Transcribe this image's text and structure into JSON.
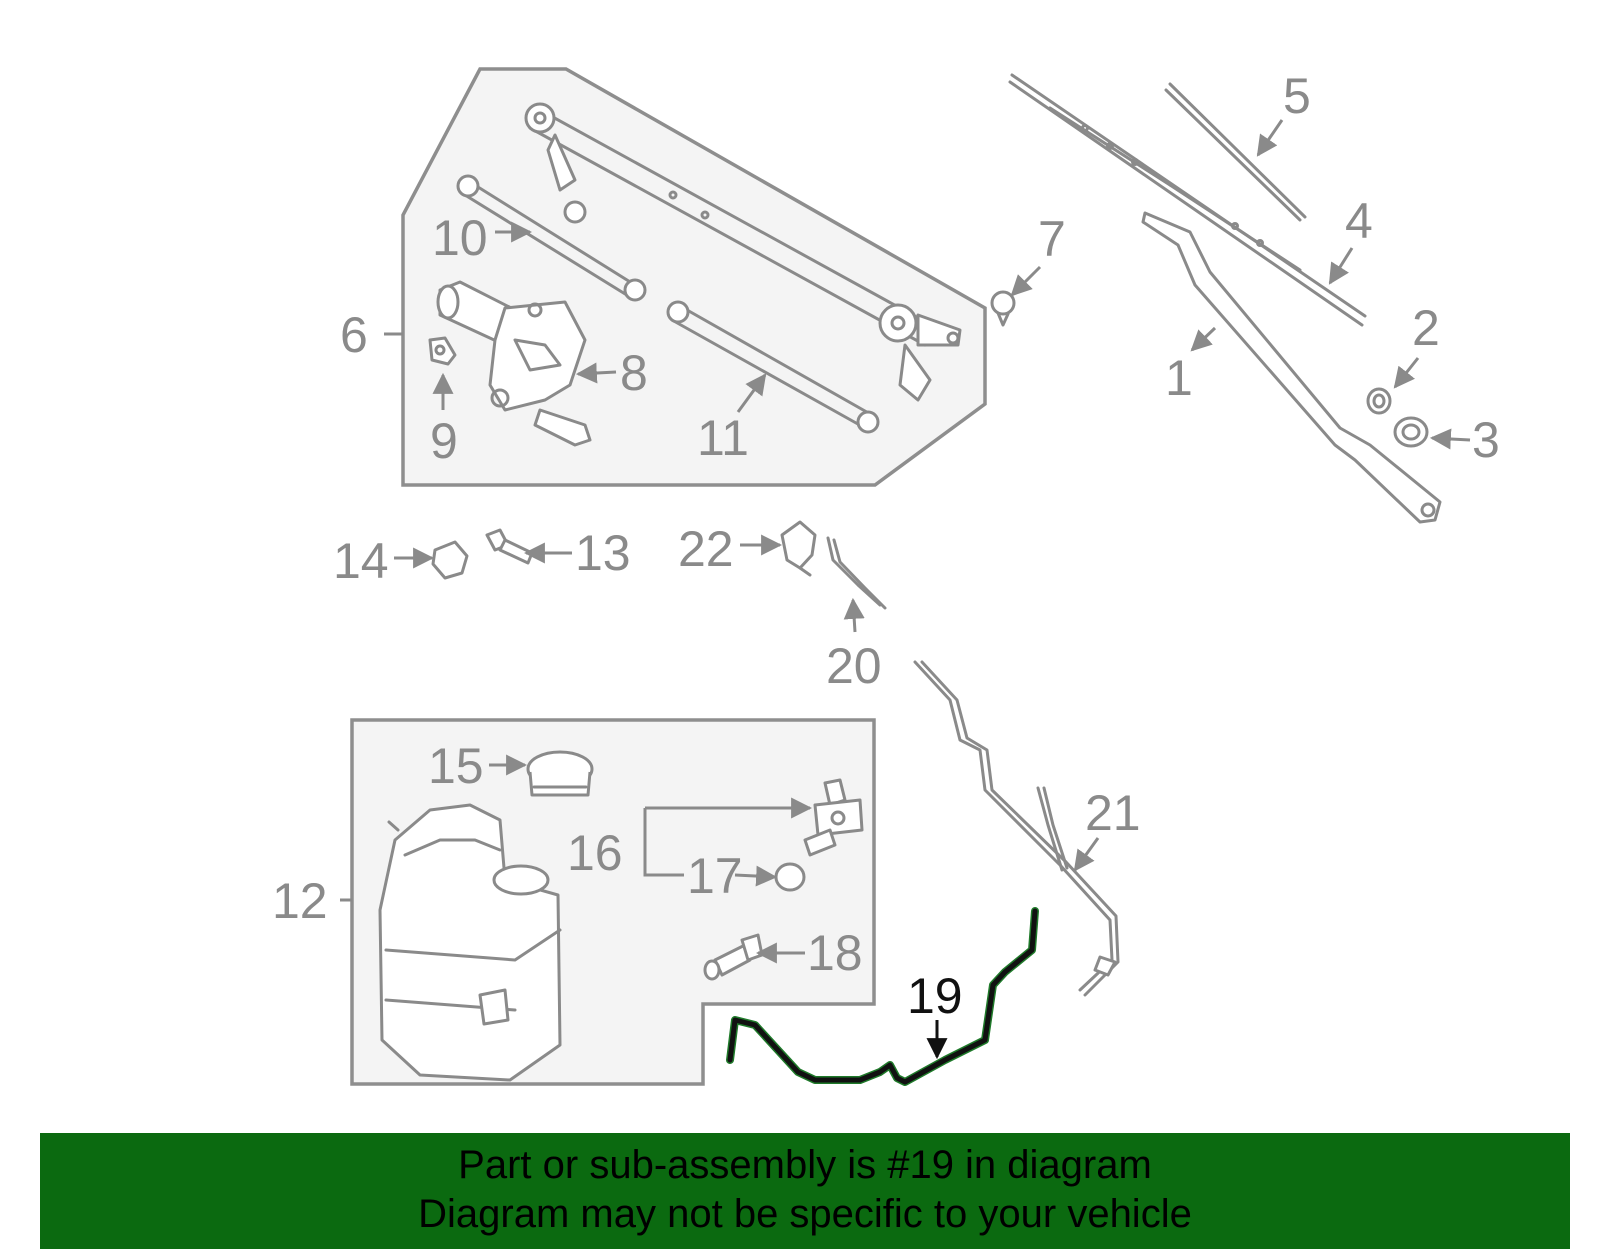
{
  "callouts": [
    "1",
    "2",
    "3",
    "4",
    "5",
    "6",
    "7",
    "8",
    "9",
    "10",
    "11",
    "12",
    "13",
    "14",
    "15",
    "16",
    "17",
    "18",
    "19",
    "20",
    "21",
    "22"
  ],
  "highlighted_part": "19",
  "colors": {
    "highlight": "#111111",
    "highlight_edge": "#1f7a2a",
    "parts": "#8a8a8a",
    "banner": "#0b6a10"
  },
  "banner": {
    "line1": "Part or sub-assembly is #19 in diagram",
    "line2": "Diagram may not be specific to your vehicle"
  }
}
